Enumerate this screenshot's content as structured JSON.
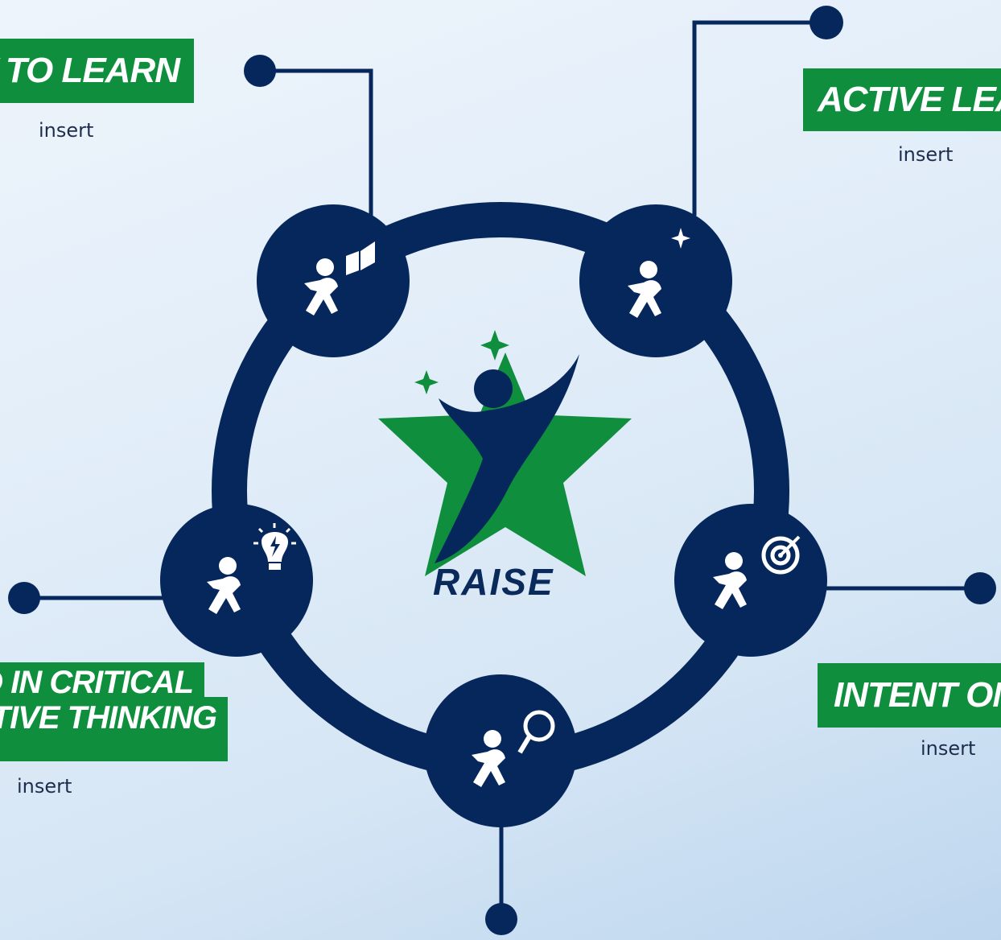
{
  "center": {
    "logo_text": "RAISE"
  },
  "nodes": [
    {
      "id": "ready",
      "label_lines": [
        "ADY TO LEARN"
      ],
      "body": "insert",
      "icon": "student-reading-book-icon"
    },
    {
      "id": "active",
      "label_lines": [
        "ACTIVE LEARN"
      ],
      "body": "insert",
      "icon": "student-reaching-star-icon"
    },
    {
      "id": "intent",
      "label_lines": [
        "INTENT ON S"
      ],
      "body": "insert",
      "icon": "student-with-target-icon"
    },
    {
      "id": "search",
      "label_lines": [],
      "body": "",
      "icon": "student-with-magnifier-icon"
    },
    {
      "id": "critical",
      "label_lines": [
        "ED IN CRITICAL",
        "EATIVE THINKING"
      ],
      "body": "insert",
      "icon": "student-with-lightbulb-icon"
    }
  ],
  "colors": {
    "navy": "#06275c",
    "green": "#0f8f3d",
    "background": "#e3eef9",
    "text": "#1f2d4d"
  }
}
